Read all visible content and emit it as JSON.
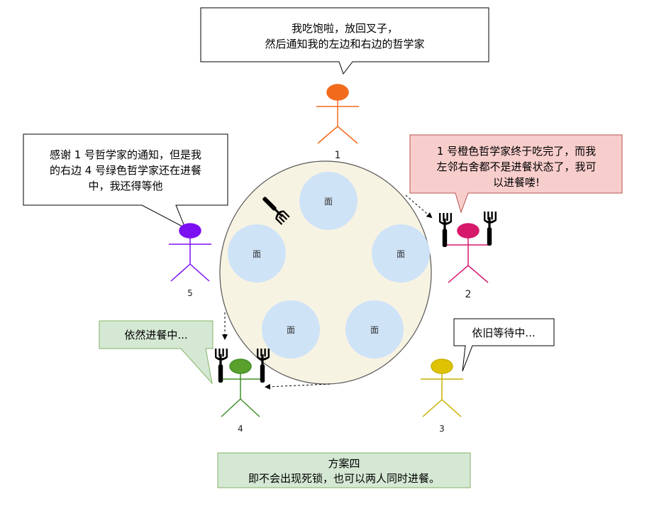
{
  "speech": {
    "top": [
      "我吃饱啦，放回叉子，",
      "然后通知我的左边和右边的哲学家"
    ],
    "left": [
      "感谢 1 号哲学家的通知，但是我",
      "的右边 4 号绿色哲学家还在进餐",
      "中，我还得等他"
    ],
    "right": [
      "1 号橙色哲学家终于吃完了，而我",
      "左邻右舍都不是进餐状态了，我可",
      "以进餐喽!"
    ],
    "green": "依然进餐中...",
    "yellow": "依旧等待中..."
  },
  "philosophers": [
    {
      "num": "1",
      "color": "#f26b1d"
    },
    {
      "num": "2",
      "color": "#d6196b"
    },
    {
      "num": "3",
      "color": "#e0c300"
    },
    {
      "num": "4",
      "color": "#5aa02c"
    },
    {
      "num": "5",
      "color": "#7b10f2"
    }
  ],
  "plates": [
    "面",
    "面",
    "面",
    "面",
    "面"
  ],
  "caption": {
    "line1": "方案四",
    "line2": "即不会出现死锁，也可以两人同时进餐。"
  },
  "colors": {
    "table": "#f7f3e3",
    "plate": "#cfe3f7",
    "red_bubble": "#f8cecc",
    "green_bubble": "#d5e8d4",
    "caption_bg": "#d5e8d4"
  },
  "icons": [
    "fork-icon"
  ]
}
